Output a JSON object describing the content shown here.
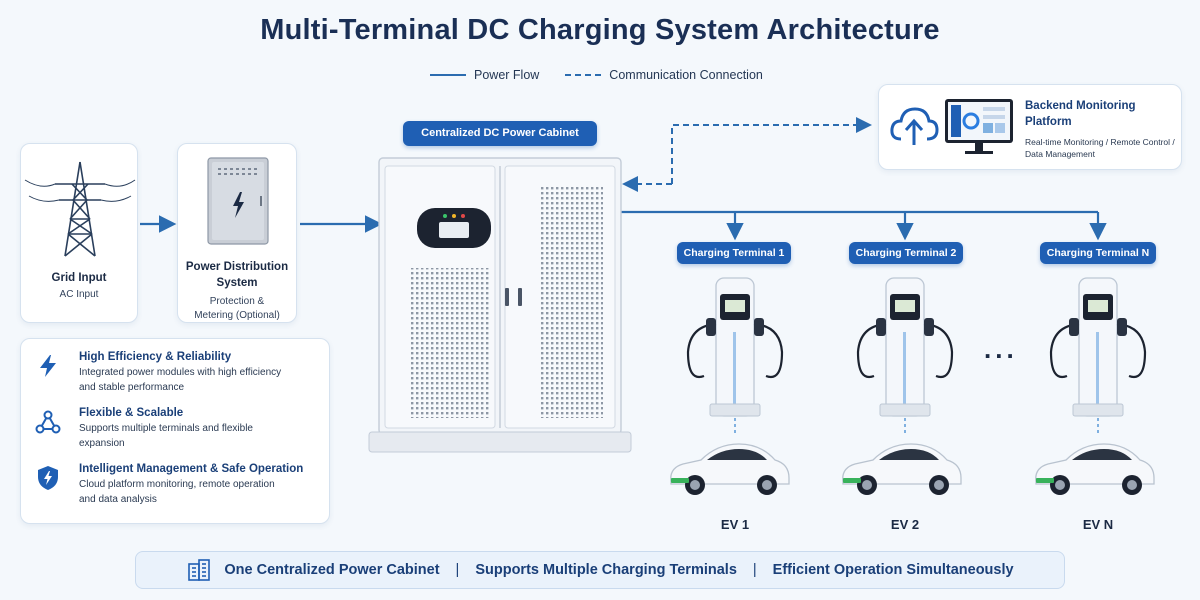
{
  "title": "Multi-Terminal DC Charging System Architecture",
  "legend": {
    "power_flow": "Power Flow",
    "communication": "Communication Connection"
  },
  "grid": {
    "title": "Grid Input",
    "subtitle": "AC Input"
  },
  "distribution": {
    "title_line1": "Power Distribution",
    "title_line2": "System",
    "sub_line1": "Protection &",
    "sub_line2": "Metering (Optional)"
  },
  "cabinet": {
    "label": "Centralized DC Power Cabinet"
  },
  "backend": {
    "title_line1": "Backend Monitoring",
    "title_line2": "Platform",
    "desc_line1": "Real-time Monitoring / Remote Control /",
    "desc_line2": "Data Management"
  },
  "terminals": [
    {
      "label": "Charging Terminal 1",
      "ev": "EV 1"
    },
    {
      "label": "Charging Terminal 2",
      "ev": "EV 2"
    },
    {
      "label": "Charging Terminal N",
      "ev": "EV N"
    }
  ],
  "ellipsis": "...",
  "features": [
    {
      "icon": "lightning-icon",
      "title": "High Efficiency & Reliability",
      "desc_line1": "Integrated power modules with high efficiency",
      "desc_line2": "and stable performance"
    },
    {
      "icon": "network-icon",
      "title": "Flexible & Scalable",
      "desc_line1": "Supports multiple terminals and flexible",
      "desc_line2": "expansion"
    },
    {
      "icon": "shield-icon",
      "title": "Intelligent Management & Safe Operation",
      "desc_line1": "Cloud platform monitoring, remote operation",
      "desc_line2": "and data analysis"
    }
  ],
  "banner": {
    "item1": "One Centralized Power Cabinet",
    "sep": "|",
    "item2": "Supports Multiple Charging Terminals",
    "item3": "Efficient Operation Simultaneously"
  },
  "colors": {
    "primary": "#1f5fb4",
    "line": "#2b6cb0",
    "title": "#1a2f55"
  }
}
